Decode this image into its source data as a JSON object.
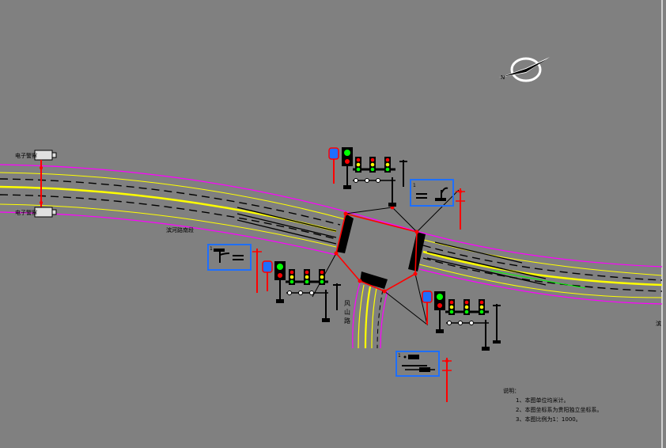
{
  "road_labels": {
    "main_road": "滨河路南段",
    "cross_road": "风山路",
    "right_edge": "滨"
  },
  "cameras": {
    "north_label": "电子警察",
    "south_label": "电子警察"
  },
  "notes": {
    "title": "说明：",
    "items": [
      "1、本图单位均米计。",
      "2、本图坐标系为贵阳独立坐标系。",
      "3、本图比例为1：1000。"
    ]
  },
  "colors": {
    "background": "#808080",
    "road_edge": "#ff00ff",
    "center_line": "#ffff00",
    "lane_line": "#000000",
    "frame": "#1e6fff",
    "pole": "#ff0000",
    "signal_green": "#00ff00"
  },
  "compass": {
    "label": "N",
    "icon": "north-arrow-icon"
  }
}
